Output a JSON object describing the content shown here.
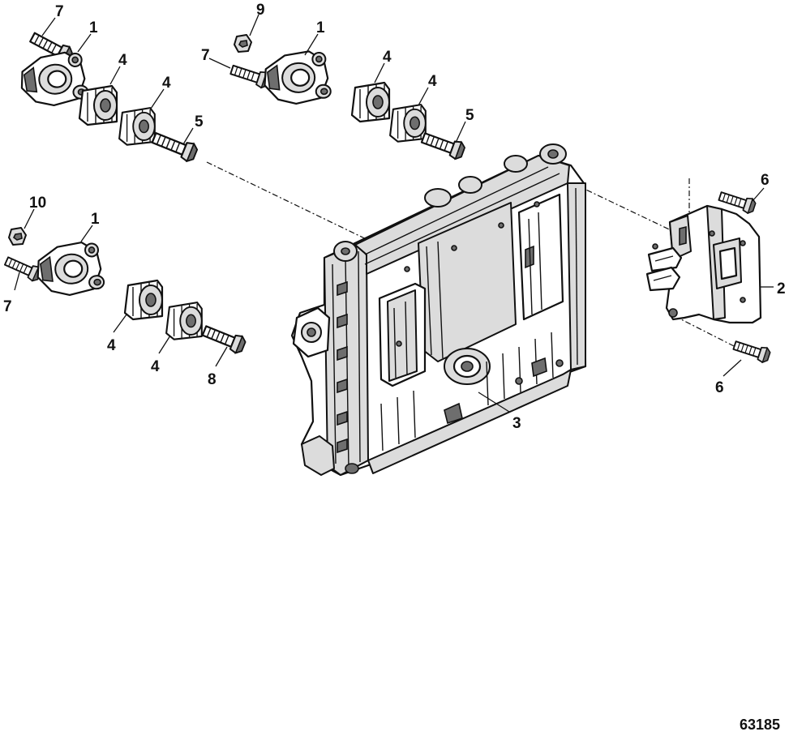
{
  "figure_number": "63185",
  "callouts": [
    {
      "id": "c-7a",
      "text": "7"
    },
    {
      "id": "c-1a",
      "text": "1"
    },
    {
      "id": "c-4a",
      "text": "4"
    },
    {
      "id": "c-4b",
      "text": "4"
    },
    {
      "id": "c-5a",
      "text": "5"
    },
    {
      "id": "c-9",
      "text": "9"
    },
    {
      "id": "c-1b",
      "text": "1"
    },
    {
      "id": "c-7b",
      "text": "7"
    },
    {
      "id": "c-4c",
      "text": "4"
    },
    {
      "id": "c-4d",
      "text": "4"
    },
    {
      "id": "c-5b",
      "text": "5"
    },
    {
      "id": "c-10",
      "text": "10"
    },
    {
      "id": "c-1c",
      "text": "1"
    },
    {
      "id": "c-7c",
      "text": "7"
    },
    {
      "id": "c-4e",
      "text": "4"
    },
    {
      "id": "c-4f",
      "text": "4"
    },
    {
      "id": "c-8",
      "text": "8"
    },
    {
      "id": "c-6a",
      "text": "6"
    },
    {
      "id": "c-2",
      "text": "2"
    },
    {
      "id": "c-6b",
      "text": "6"
    },
    {
      "id": "c-3",
      "text": "3"
    }
  ]
}
